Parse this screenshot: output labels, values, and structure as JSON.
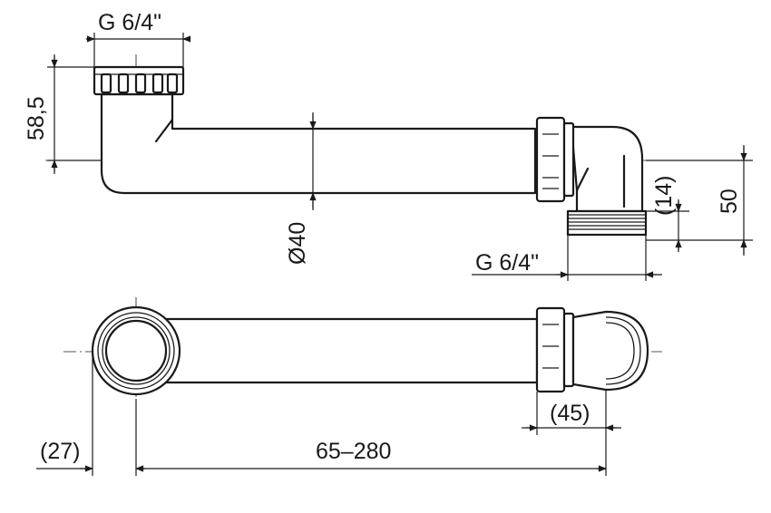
{
  "dimensions": {
    "top_thread": "G 6/4\"",
    "height_offset": "58,5",
    "pipe_diameter": "Ø40",
    "outlet_thread": "G 6/4\"",
    "outlet_offset": "(14)",
    "outlet_height": "50",
    "elbow_depth": "(45)",
    "inlet_radius": "(27)",
    "length_range": "65–280"
  }
}
